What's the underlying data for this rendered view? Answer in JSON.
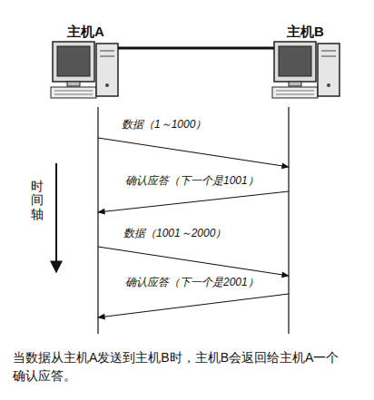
{
  "diagram": {
    "caption": "当数据从主机A发送到主机B时，主机B会返回给主机A一个确认应答。",
    "nodes": [
      {
        "text": [
          "主机A"
        ]
      },
      {
        "text": [
          "主机B"
        ]
      }
    ],
    "edges": [
      {
        "from": 0,
        "to": 1,
        "arrow": "none"
      },
      {
        "from": 0,
        "to": 1,
        "label": "数据（1～1000）",
        "arrow": "to"
      },
      {
        "from": 1,
        "to": 0,
        "label": "确认应答（下一个是1001）",
        "arrow": "to"
      },
      {
        "from": 0,
        "to": 1,
        "label": "数据（1001～2000）",
        "arrow": "to"
      },
      {
        "from": 1,
        "to": 0,
        "label": "确认应答（下一个是2001）",
        "arrow": "to"
      }
    ],
    "labels": [
      "时间轴"
    ]
  }
}
